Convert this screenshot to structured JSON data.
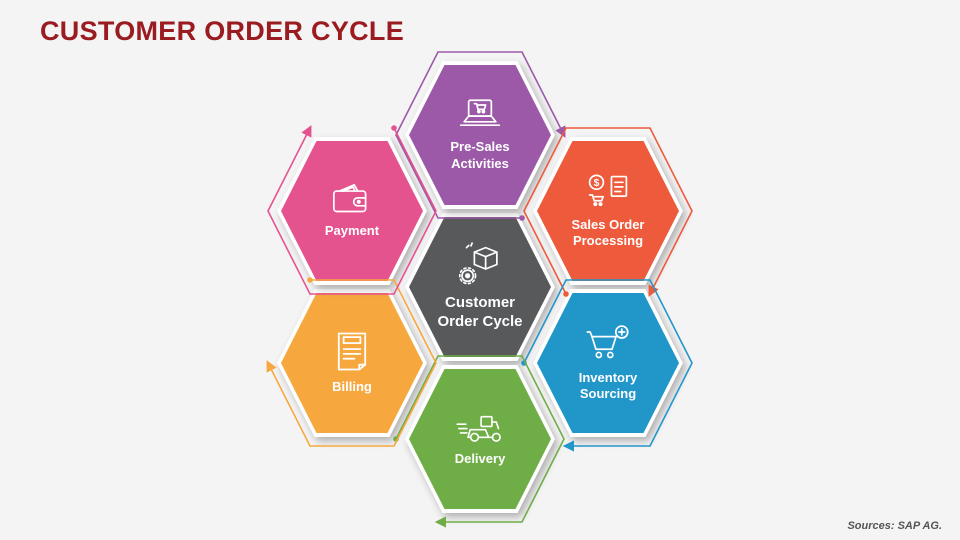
{
  "slide": {
    "title": "CUSTOMER ORDER CYCLE",
    "title_color": "#9a1b20",
    "background": "#f4f4f5",
    "source_note": "Sources: SAP AG."
  },
  "diagram": {
    "type": "hexagon-cycle",
    "flow_direction": "clockwise",
    "center": {
      "label": "Customer Order Cycle",
      "color": "#58595b",
      "icon": "package-gear-icon"
    },
    "nodes": [
      {
        "label": "Pre-Sales Activities",
        "color": "#9b59a8",
        "icon": "laptop-cart-icon",
        "position": "top"
      },
      {
        "label": "Sales Order Processing",
        "color": "#ed5a3c",
        "icon": "dollar-document-icon",
        "position": "top-right"
      },
      {
        "label": "Inventory Sourcing",
        "color": "#2196c9",
        "icon": "cart-plus-icon",
        "position": "bottom-right"
      },
      {
        "label": "Delivery",
        "color": "#6fad47",
        "icon": "delivery-scooter-icon",
        "position": "bottom"
      },
      {
        "label": "Billing",
        "color": "#f6a83f",
        "icon": "invoice-icon",
        "position": "bottom-left"
      },
      {
        "label": "Payment",
        "color": "#e5538f",
        "icon": "wallet-icon",
        "position": "top-left"
      }
    ],
    "sequence": [
      "Pre-Sales Activities",
      "Sales Order Processing",
      "Inventory Sourcing",
      "Delivery",
      "Billing",
      "Payment"
    ]
  }
}
